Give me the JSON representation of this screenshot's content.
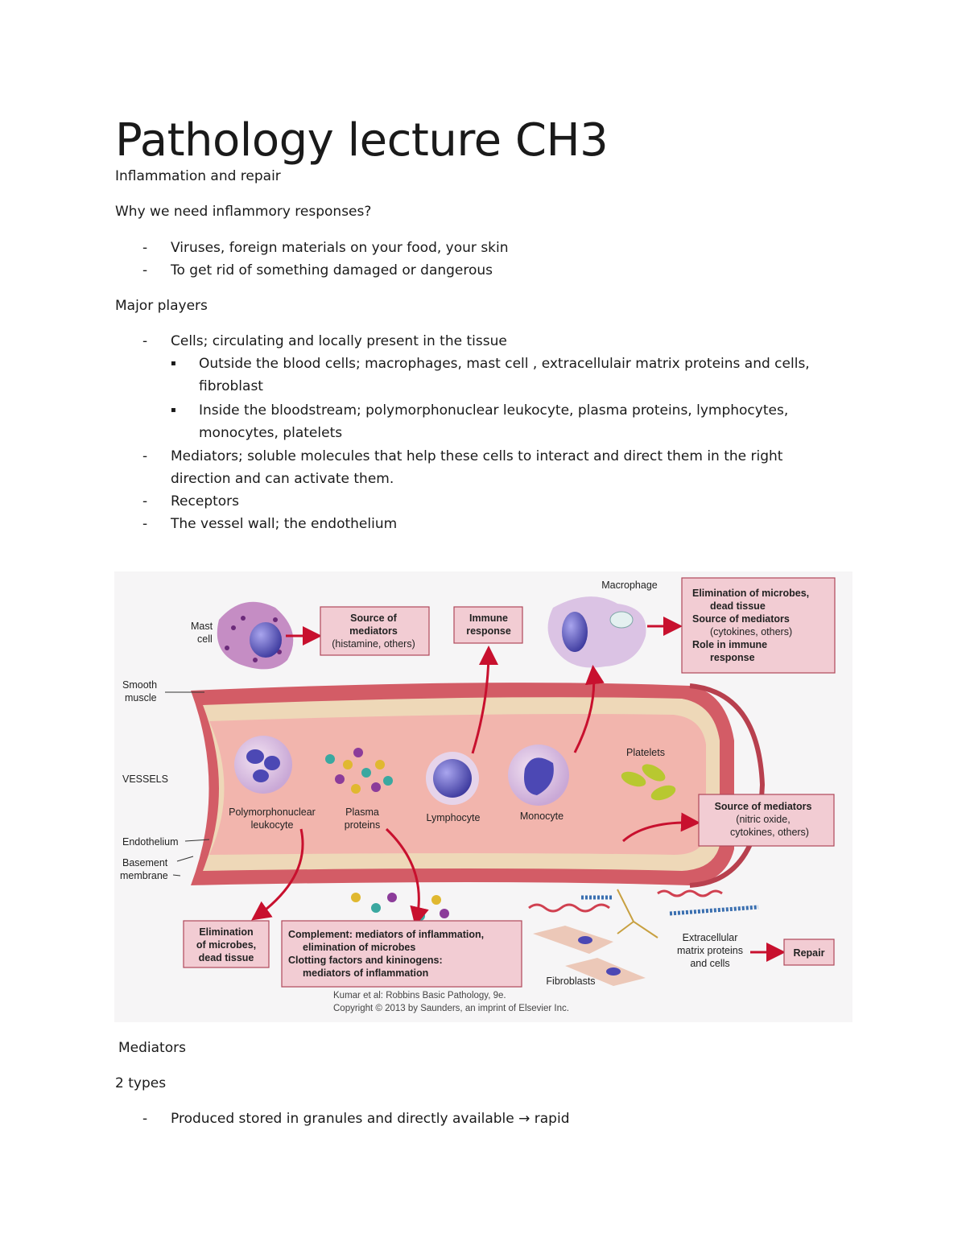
{
  "document": {
    "title": "Pathology lecture CH3",
    "subtitle": "Inflammation and repair",
    "question": "Why we need inflammory responses?",
    "reasons": [
      "Viruses, foreign materials on your food, your skin",
      "To get rid of something damaged or dangerous"
    ],
    "major_players_heading": "Major players",
    "players": {
      "cells": "Cells; circulating and locally present in the tissue",
      "outside_line1": "Outside the blood cells; macrophages, mast cell , extracellulair matrix proteins and cells,",
      "outside_line2": "fibroblast",
      "inside_line1": "Inside the bloodstream; polymorphonuclear leukocyte, plasma proteins, lymphocytes,",
      "inside_line2": "monocytes, platelets",
      "mediators_line1": "Mediators; soluble molecules that help these cells to interact and direct them in the right",
      "mediators_line2": "direction and can activate them.",
      "receptors": "Receptors",
      "vessel": "The vessel wall; the endothelium"
    },
    "dash": "-",
    "bullet": "▪",
    "mediators_heading": "Mediators",
    "types_heading": "2 types",
    "types": [
      "Produced stored in granules and directly available → rapid"
    ]
  },
  "figure": {
    "mast_cell": [
      "Mast",
      "cell"
    ],
    "smooth_muscle": [
      "Smooth",
      "muscle"
    ],
    "vessels": "VESSELS",
    "endothelium": "Endothelium",
    "basement_membrane": [
      "Basement",
      "membrane"
    ],
    "pmn": [
      "Polymorphonuclear",
      "leukocyte"
    ],
    "plasma": [
      "Plasma",
      "proteins"
    ],
    "lymphocyte": "Lymphocyte",
    "monocyte": "Monocyte",
    "platelets": "Platelets",
    "macrophage": "Macrophage",
    "fibroblasts": "Fibroblasts",
    "ecm": [
      "Extracellular",
      "matrix proteins",
      "and cells"
    ],
    "box_source_mediators": [
      "Source of",
      "mediators",
      "(histamine, others)"
    ],
    "box_immune": [
      "Immune",
      "response"
    ],
    "box_macrophage": [
      "Elimination of microbes,",
      "dead tissue",
      "Source of mediators",
      "(cytokines, others)",
      "Role in immune",
      "response"
    ],
    "box_endothelium": [
      "Source of mediators",
      "(nitric oxide,",
      "cytokines, others)"
    ],
    "box_elimination": [
      "Elimination",
      "of microbes,",
      "dead tissue"
    ],
    "box_complement": [
      "Complement: mediators of inflammation,",
      "elimination of microbes",
      "Clotting factors and kininogens:",
      "mediators of inflammation"
    ],
    "box_repair": "Repair",
    "credit": [
      "Kumar et al: Robbins Basic Pathology, 9e.",
      "Copyright © 2013  by Saunders, an imprint of Elsevier Inc."
    ],
    "colors": {
      "box_fill": "#f2ccd3",
      "box_stroke": "#b0485a",
      "arrow": "#c8102e",
      "wall": "#d9646e",
      "lumen": "#f3b6b0"
    }
  }
}
